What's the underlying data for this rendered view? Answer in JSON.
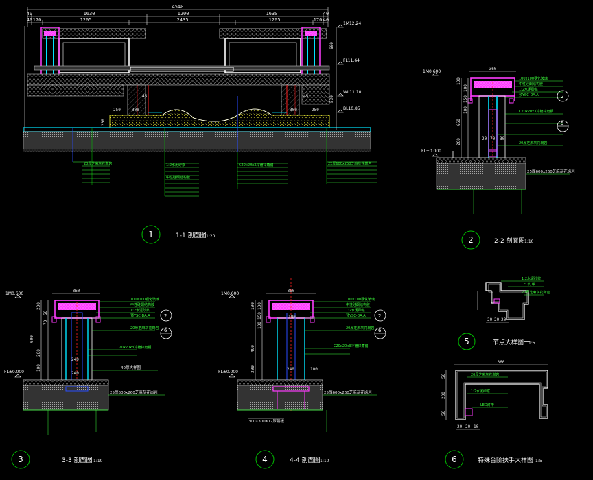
{
  "colors": {
    "background": "#000000",
    "dimension": "#e8e8e8",
    "annotation": "#3cff3c",
    "magenta": "#ff3cff",
    "cyan": "#00e5ff",
    "yellow": "#ffff40",
    "red": "#ff2020",
    "blue": "#2a4cff",
    "green": "#00c000"
  },
  "sections": {
    "s1": {
      "number": "1",
      "title": "1-1 剖面图",
      "scale": "1:20"
    },
    "s2": {
      "number": "2",
      "title": "2-2 剖面图",
      "scale": "1:10"
    },
    "s3": {
      "number": "3",
      "title": "3-3 剖面图",
      "scale": "1:10"
    },
    "s4": {
      "number": "4",
      "title": "4-4 剖面图",
      "scale": "1:10"
    },
    "s5": {
      "number": "5",
      "title": "节点大样图一",
      "scale": "1:5"
    },
    "s6": {
      "number": "6",
      "title": "特殊台阶扶手大样图",
      "scale": "1:5"
    }
  },
  "levels": {
    "s1_top": "1M12.24",
    "s1_fl": "FL11.64",
    "s1_wl": "WL11.10",
    "s1_bl": "BL10.85",
    "s2_top": "1M0.600",
    "s2_fl": "FL±0.000",
    "s3_top": "1M0.600",
    "s3_fl": "FL±0.000",
    "s4_top": "1M0.600",
    "s4_fl": "FL±0.000"
  },
  "dims": {
    "s1": {
      "total": "4540",
      "row2": [
        "40",
        "1630",
        "1200",
        "1630",
        "40"
      ],
      "row3": [
        "40",
        "170",
        "1205",
        "2435",
        "1205",
        "170",
        "40"
      ],
      "side": [
        "600",
        "530",
        "200"
      ],
      "inner": [
        "250",
        "300",
        "45",
        "45",
        "300",
        "250"
      ]
    },
    "s2": {
      "width": "360",
      "side": [
        "100",
        "100",
        "150",
        "100",
        "660",
        "260"
      ],
      "bottom": [
        "20",
        "70",
        "30"
      ]
    },
    "s3": {
      "width": "360",
      "side": [
        "200",
        "50",
        "70",
        "600",
        "200",
        "100"
      ],
      "inner": [
        "240",
        "240"
      ]
    },
    "s4": {
      "width": "360",
      "side": [
        "100",
        "100",
        "150",
        "100",
        "490",
        "200"
      ],
      "inner": [
        "100",
        "240",
        "100"
      ],
      "bottom_label": "300X300X12厚钢板"
    },
    "s5": {
      "bottom": [
        "20",
        "20",
        "20"
      ]
    },
    "s6": {
      "width": "360",
      "side": [
        "50",
        "200",
        "50"
      ],
      "bottom": [
        "20",
        "20",
        "10"
      ]
    }
  },
  "notes": {
    "cap": "100x100钢化玻璃",
    "sealant": "中性硅酮结构胶",
    "coping": "1:2水泥砂浆",
    "ysc": "预YSC-DA.A",
    "stone": "20厚芝麻灰花岗岩",
    "pipe": "C20x20x3冷镀锌角钢",
    "base": "25厚600x260芝麻灰花岗岩",
    "led": "LED灯带",
    "note_chip": "40厚大样图"
  }
}
